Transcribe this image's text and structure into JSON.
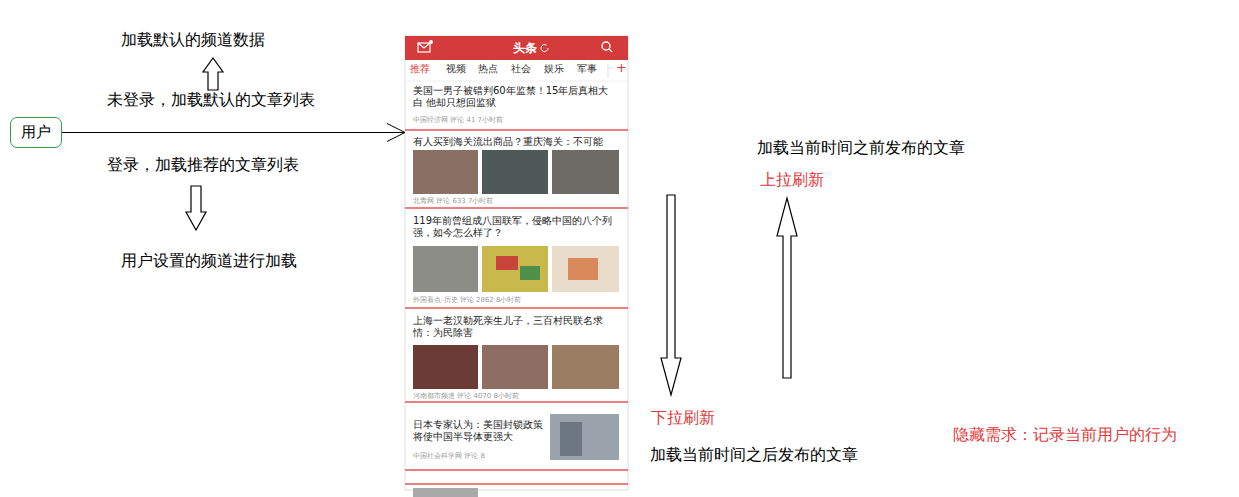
{
  "diagram": {
    "nodes": [
      {
        "text": [
          "用户"
        ]
      },
      {
        "text": [
          "头条",
          "推荐",
          "视频",
          "热点",
          "社会",
          "娱乐",
          "军事",
          "+"
        ]
      },
      {
        "text": [
          "美国一男子被错判60年监禁！15年后真相大白 他却只想回监狱",
          "中国经济网 评论 41 7小时前"
        ],
        "in": 1
      },
      {
        "text": [
          "有人买到海关流出商品？重庆海关：不可能",
          "北青网 评论 633 7小时前"
        ],
        "in": 1
      },
      {
        "text": [
          "119年前曾组成八国联军，侵略中国的八个列强，如今怎么样了？",
          "外国看点-历史 评论 2862 8小时前"
        ],
        "in": 1
      },
      {
        "text": [
          "上海一老汉勒死亲生儿子，三百村民联名求情：为民除害",
          "河南都市频道 评论 4070 8小时前"
        ],
        "in": 1
      },
      {
        "text": [
          "日本专家认为：美国封锁政策将使中国半导体更强大",
          "中国社会科学网 评论 8"
        ],
        "in": 1
      }
    ],
    "edges": [
      {
        "from": 0,
        "to": 1,
        "arrow": "to"
      }
    ],
    "labels": [
      "加载默认的频道数据",
      "未登录，加载默认的文章列表",
      "登录，加载推荐的文章列表",
      "用户设置的频道进行加载",
      "加载当前时间之前发布的文章",
      "上拉刷新",
      "下拉刷新",
      "加载当前时间之后发布的文章",
      "隐藏需求：记录当前用户的行为"
    ]
  }
}
